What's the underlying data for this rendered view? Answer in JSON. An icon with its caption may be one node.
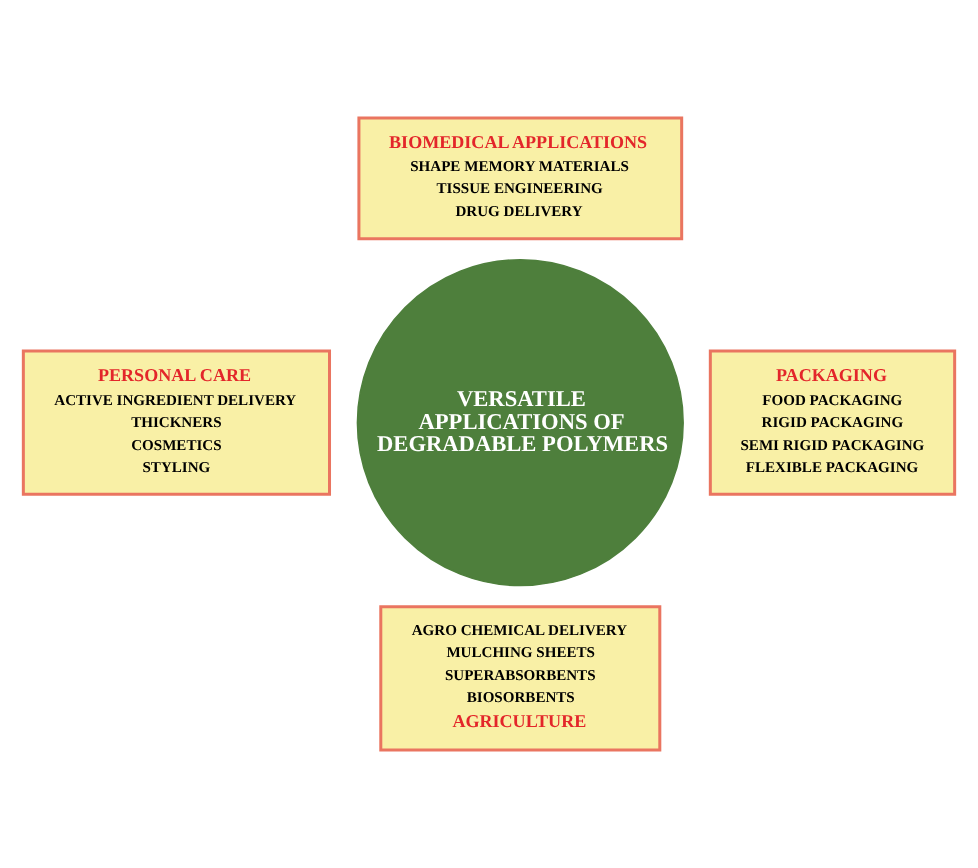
{
  "diagram": {
    "nodes": [
      {
        "text": [
          "BIOMEDICAL APPLICATIONS",
          "SHAPE MEMORY MATERIALS",
          "TISSUE ENGINEERING",
          "DRUG DELIVERY"
        ]
      },
      {
        "text": [
          "PERSONAL CARE",
          "ACTIVE INGREDIENT DELIVERY",
          "THICKNERS",
          "COSMETICS",
          "STYLING"
        ]
      },
      {
        "text": [
          "VERSATILE APPLICATIONS OF DEGRADABLE POLYMERS"
        ]
      },
      {
        "text": [
          "PACKAGING",
          "FOOD PACKAGING",
          "RIGID PACKAGING",
          "SEMI RIGID PACKAGING",
          "FLEXIBLE PACKAGING"
        ]
      },
      {
        "text": [
          "AGRO CHEMICAL DELIVERY",
          "MULCHING SHEETS",
          "SUPERABSORBENTS",
          "BIOSORBENTS",
          "AGRICULTURE"
        ]
      }
    ],
    "edges": []
  }
}
